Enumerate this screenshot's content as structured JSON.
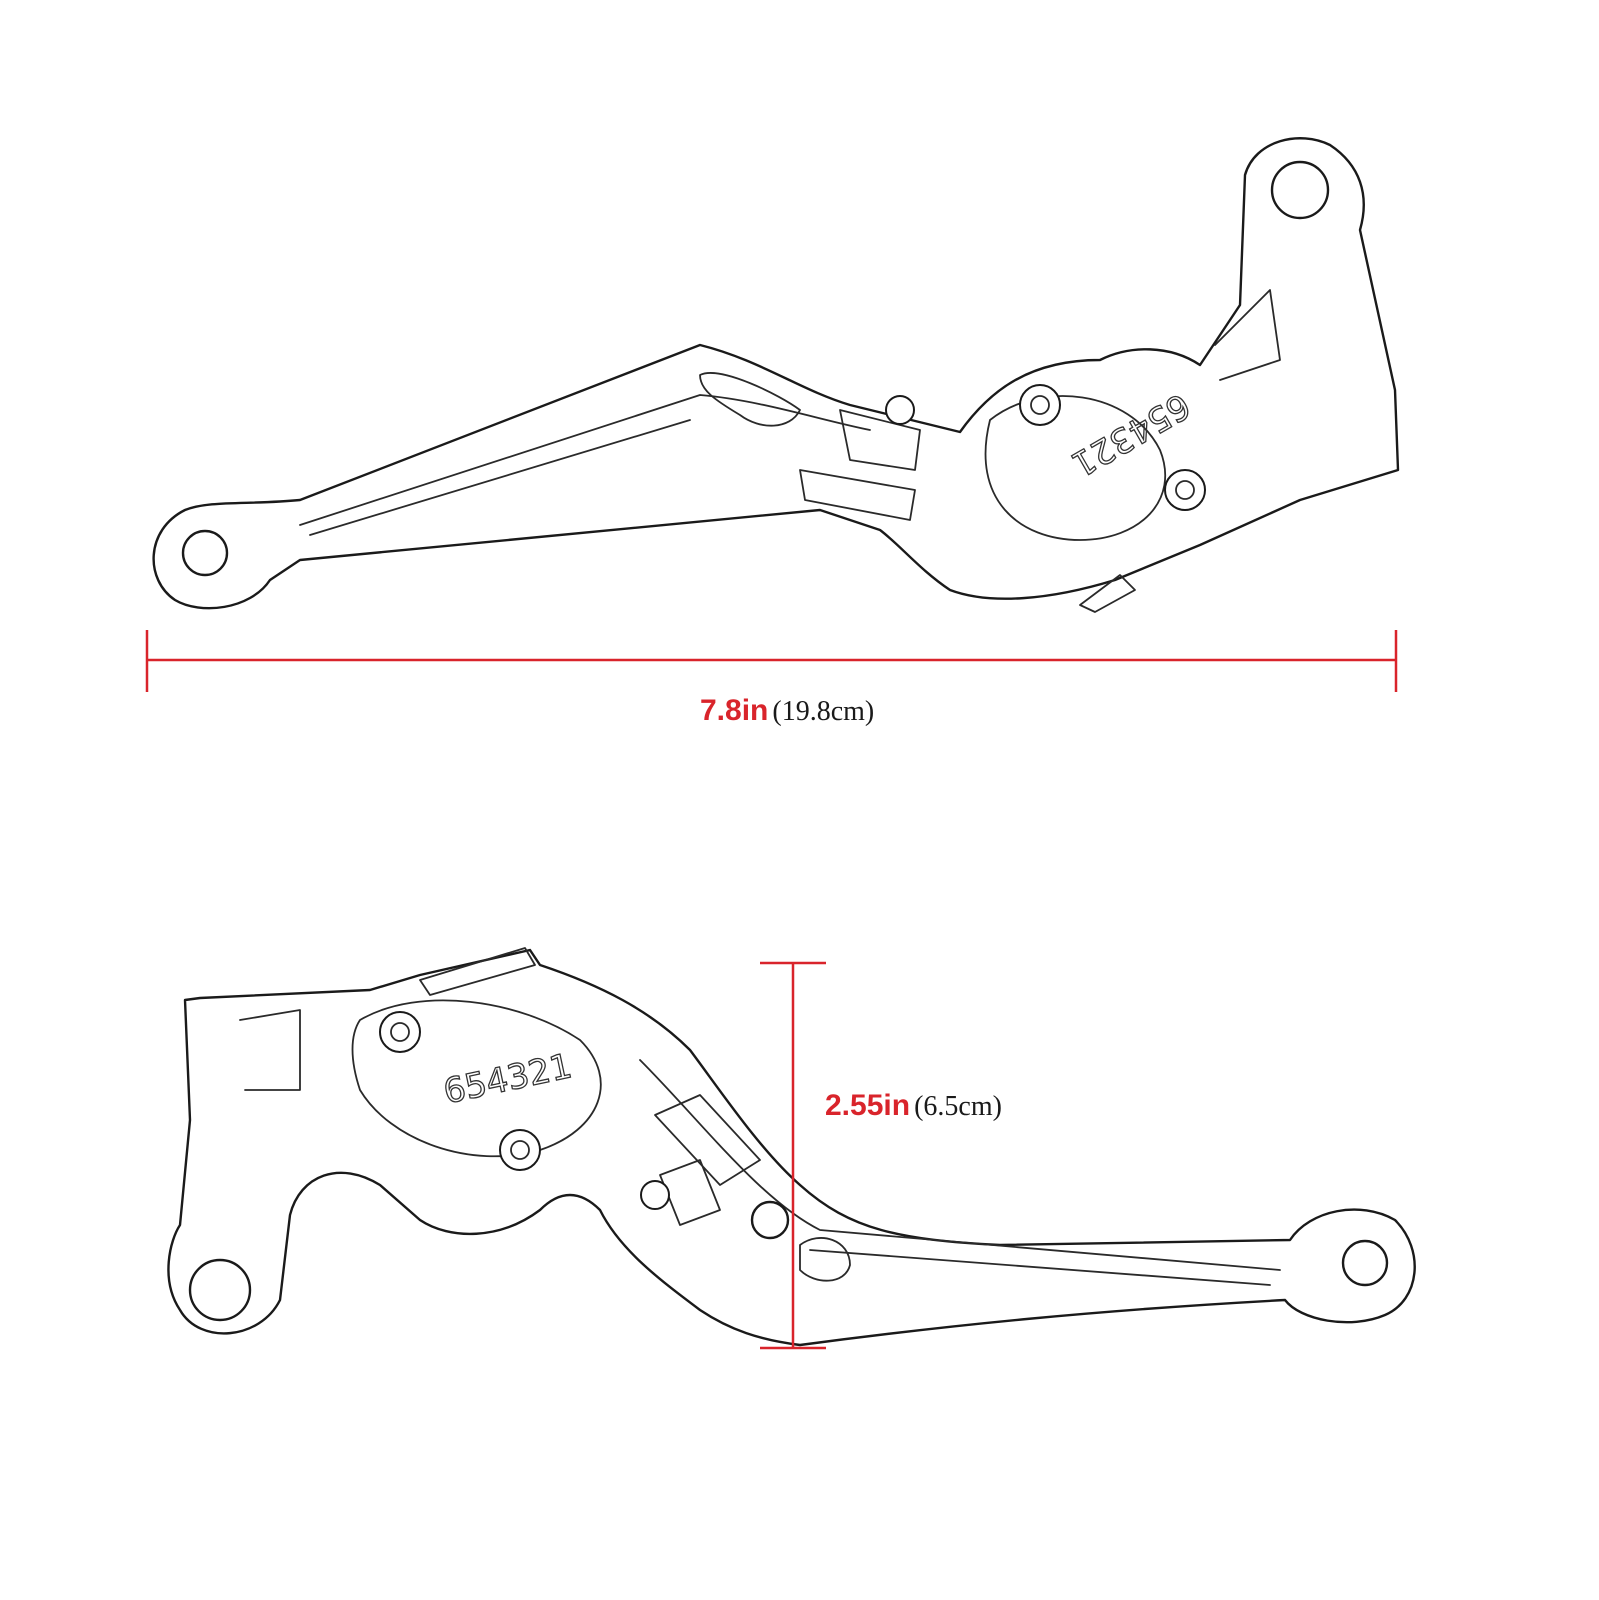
{
  "colors": {
    "dimension": "#d9242b",
    "outline": "#1a1a1a",
    "background": "#ffffff"
  },
  "top_lever": {
    "engraving": "654321"
  },
  "bottom_lever": {
    "engraving": "654321"
  },
  "length_dimension": {
    "primary": "7.8in",
    "secondary": "(19.8cm)"
  },
  "height_dimension": {
    "primary": "2.55in",
    "secondary": "(6.5cm)"
  }
}
